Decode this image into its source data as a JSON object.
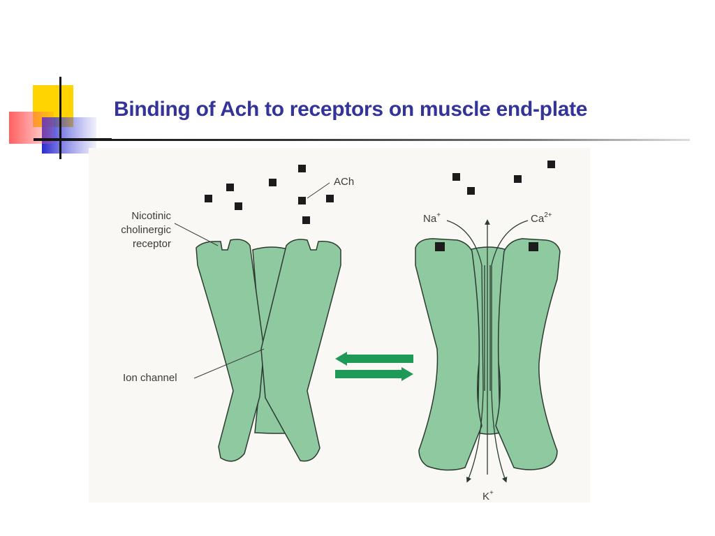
{
  "slide": {
    "title": "Binding of Ach to receptors on muscle end-plate"
  },
  "diagram": {
    "labels": {
      "receptor_line1": "Nicotinic",
      "receptor_line2": "cholinergic",
      "receptor_line3": "receptor",
      "ion_channel": "Ion channel",
      "ach": "ACh",
      "na": "Na",
      "na_charge": "+",
      "ca": "Ca",
      "ca_charge": "2+",
      "k": "K",
      "k_charge": "+"
    },
    "colors": {
      "channel_fill": "#8fc9a0",
      "outline": "#2b3b2f",
      "ach_molecule": "#1c1c1c",
      "equilibrium_arrows": "#1e9a56",
      "title": "#33339a"
    }
  }
}
